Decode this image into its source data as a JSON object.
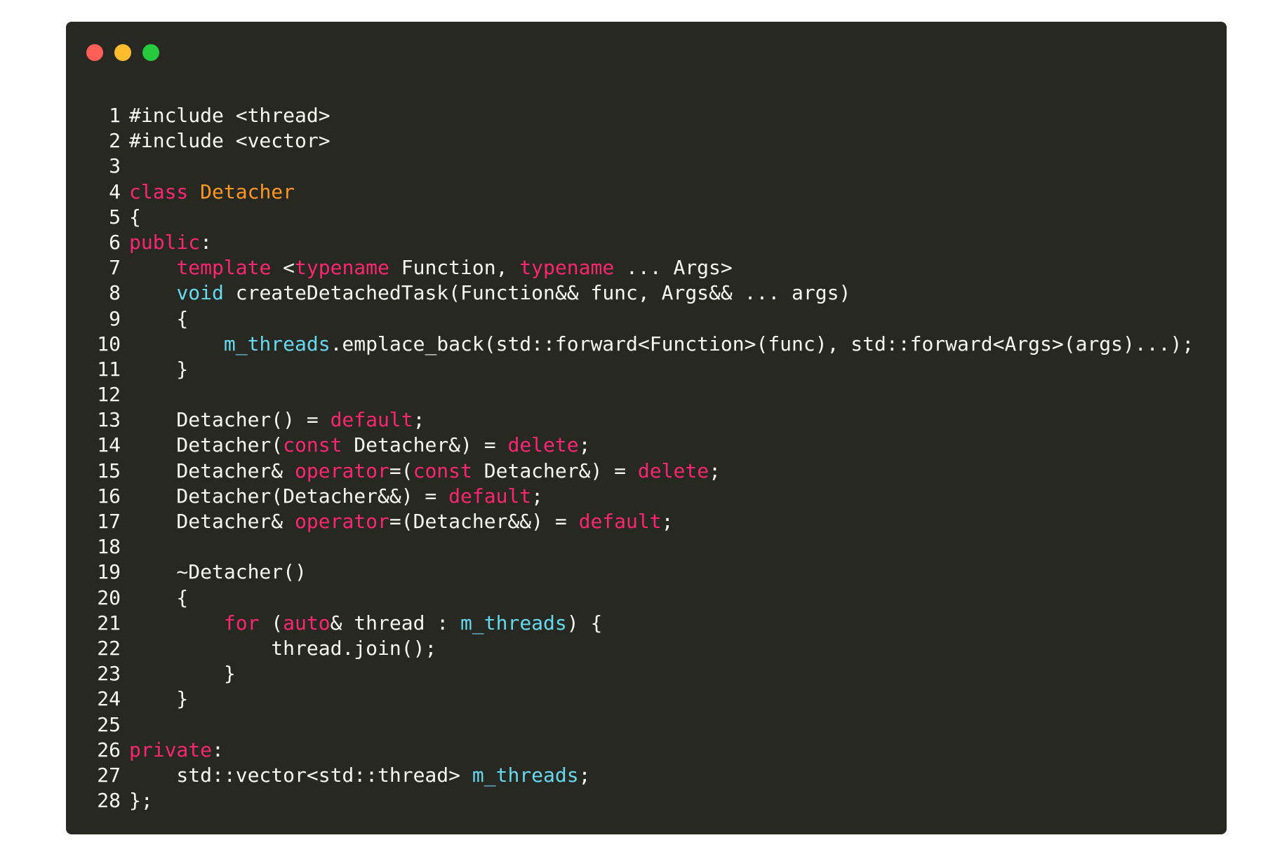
{
  "colors": {
    "background": "#272822",
    "text": "#f8f8f2",
    "keyword": "#f92672",
    "class_name": "#fd971f",
    "member": "#66d9ef",
    "close_dot": "#ff5f56",
    "minimize_dot": "#ffbd2e",
    "maximize_dot": "#27c93f"
  },
  "window_controls": [
    "close",
    "minimize",
    "maximize"
  ],
  "code_lines": [
    {
      "num": "1",
      "tokens": [
        {
          "t": "#include <thread>",
          "c": "text"
        }
      ]
    },
    {
      "num": "2",
      "tokens": [
        {
          "t": "#include <vector>",
          "c": "text"
        }
      ]
    },
    {
      "num": "3",
      "tokens": []
    },
    {
      "num": "4",
      "tokens": [
        {
          "t": "class",
          "c": "keyword"
        },
        {
          "t": " ",
          "c": "text"
        },
        {
          "t": "Detacher",
          "c": "class_name"
        }
      ]
    },
    {
      "num": "5",
      "tokens": [
        {
          "t": "{",
          "c": "text"
        }
      ]
    },
    {
      "num": "6",
      "tokens": [
        {
          "t": "public",
          "c": "keyword"
        },
        {
          "t": ":",
          "c": "text"
        }
      ]
    },
    {
      "num": "7",
      "tokens": [
        {
          "t": "    ",
          "c": "text"
        },
        {
          "t": "template",
          "c": "keyword"
        },
        {
          "t": " <",
          "c": "text"
        },
        {
          "t": "typename",
          "c": "keyword"
        },
        {
          "t": " Function, ",
          "c": "text"
        },
        {
          "t": "typename",
          "c": "keyword"
        },
        {
          "t": " ... Args>",
          "c": "text"
        }
      ]
    },
    {
      "num": "8",
      "tokens": [
        {
          "t": "    ",
          "c": "text"
        },
        {
          "t": "void",
          "c": "member"
        },
        {
          "t": " createDetachedTask(Function&& func, Args&& ... args)",
          "c": "text"
        }
      ]
    },
    {
      "num": "9",
      "tokens": [
        {
          "t": "    {",
          "c": "text"
        }
      ]
    },
    {
      "num": "10",
      "tokens": [
        {
          "t": "        ",
          "c": "text"
        },
        {
          "t": "m_threads",
          "c": "member"
        },
        {
          "t": ".emplace_back(std::forward<Function>(func), std::forward<Args>(args)...);",
          "c": "text"
        }
      ]
    },
    {
      "num": "11",
      "tokens": [
        {
          "t": "    }",
          "c": "text"
        }
      ]
    },
    {
      "num": "12",
      "tokens": []
    },
    {
      "num": "13",
      "tokens": [
        {
          "t": "    Detacher() = ",
          "c": "text"
        },
        {
          "t": "default",
          "c": "keyword"
        },
        {
          "t": ";",
          "c": "text"
        }
      ]
    },
    {
      "num": "14",
      "tokens": [
        {
          "t": "    Detacher(",
          "c": "text"
        },
        {
          "t": "const",
          "c": "keyword"
        },
        {
          "t": " Detacher&) = ",
          "c": "text"
        },
        {
          "t": "delete",
          "c": "keyword"
        },
        {
          "t": ";",
          "c": "text"
        }
      ]
    },
    {
      "num": "15",
      "tokens": [
        {
          "t": "    Detacher& ",
          "c": "text"
        },
        {
          "t": "operator",
          "c": "keyword"
        },
        {
          "t": "=(",
          "c": "text"
        },
        {
          "t": "const",
          "c": "keyword"
        },
        {
          "t": " Detacher&) = ",
          "c": "text"
        },
        {
          "t": "delete",
          "c": "keyword"
        },
        {
          "t": ";",
          "c": "text"
        }
      ]
    },
    {
      "num": "16",
      "tokens": [
        {
          "t": "    Detacher(Detacher&&) = ",
          "c": "text"
        },
        {
          "t": "default",
          "c": "keyword"
        },
        {
          "t": ";",
          "c": "text"
        }
      ]
    },
    {
      "num": "17",
      "tokens": [
        {
          "t": "    Detacher& ",
          "c": "text"
        },
        {
          "t": "operator",
          "c": "keyword"
        },
        {
          "t": "=(Detacher&&) = ",
          "c": "text"
        },
        {
          "t": "default",
          "c": "keyword"
        },
        {
          "t": ";",
          "c": "text"
        }
      ]
    },
    {
      "num": "18",
      "tokens": []
    },
    {
      "num": "19",
      "tokens": [
        {
          "t": "    ~Detacher()",
          "c": "text"
        }
      ]
    },
    {
      "num": "20",
      "tokens": [
        {
          "t": "    {",
          "c": "text"
        }
      ]
    },
    {
      "num": "21",
      "tokens": [
        {
          "t": "        ",
          "c": "text"
        },
        {
          "t": "for",
          "c": "keyword"
        },
        {
          "t": " (",
          "c": "text"
        },
        {
          "t": "auto",
          "c": "keyword"
        },
        {
          "t": "& thread : ",
          "c": "text"
        },
        {
          "t": "m_threads",
          "c": "member"
        },
        {
          "t": ") {",
          "c": "text"
        }
      ]
    },
    {
      "num": "22",
      "tokens": [
        {
          "t": "            thread.join();",
          "c": "text"
        }
      ]
    },
    {
      "num": "23",
      "tokens": [
        {
          "t": "        }",
          "c": "text"
        }
      ]
    },
    {
      "num": "24",
      "tokens": [
        {
          "t": "    }",
          "c": "text"
        }
      ]
    },
    {
      "num": "25",
      "tokens": []
    },
    {
      "num": "26",
      "tokens": [
        {
          "t": "private",
          "c": "keyword"
        },
        {
          "t": ":",
          "c": "text"
        }
      ]
    },
    {
      "num": "27",
      "tokens": [
        {
          "t": "    std::vector<std::thread> ",
          "c": "text"
        },
        {
          "t": "m_threads",
          "c": "member"
        },
        {
          "t": ";",
          "c": "text"
        }
      ]
    },
    {
      "num": "28",
      "tokens": [
        {
          "t": "};",
          "c": "text"
        }
      ]
    }
  ]
}
